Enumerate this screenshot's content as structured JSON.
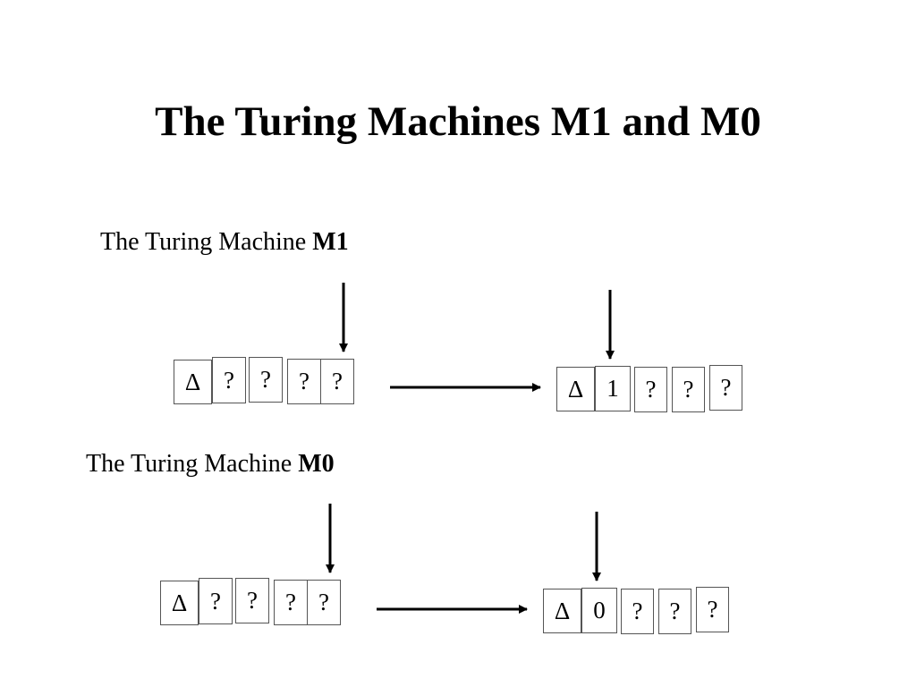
{
  "title": "The Turing Machines M1 and M0",
  "machines": [
    {
      "label_prefix": "The Turing Machine ",
      "label_name": "M1",
      "before": [
        "Δ",
        "?",
        "?",
        "?",
        "?"
      ],
      "after": [
        "Δ",
        "1",
        "?",
        "?",
        "?"
      ]
    },
    {
      "label_prefix": "The Turing Machine ",
      "label_name": "M0",
      "before": [
        "Δ",
        "?",
        "?",
        "?",
        "?"
      ],
      "after": [
        "Δ",
        "0",
        "?",
        "?",
        "?"
      ]
    }
  ]
}
